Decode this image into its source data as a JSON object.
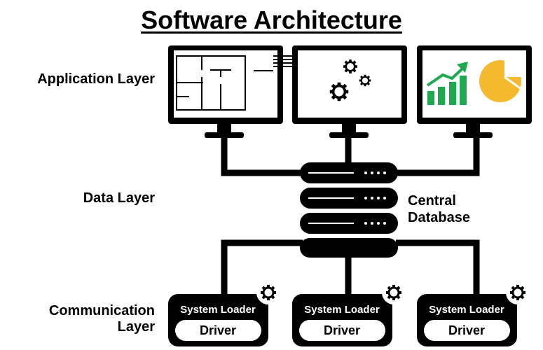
{
  "title": "Software Architecture",
  "layers": {
    "application": "Application Layer",
    "data": "Data Layer",
    "communication": [
      "Communication",
      "Layer"
    ]
  },
  "database": {
    "label": [
      "Central",
      "Database"
    ]
  },
  "monitors": [
    {
      "icon": "floor-plan-icon"
    },
    {
      "icon": "gears-icon"
    },
    {
      "icon": "growth-chart-icon"
    }
  ],
  "devices": [
    {
      "loader": "System Loader",
      "driver": "Driver",
      "icon": "gear-icon"
    },
    {
      "loader": "System Loader",
      "driver": "Driver",
      "icon": "gear-icon"
    },
    {
      "loader": "System Loader",
      "driver": "Driver",
      "icon": "gear-icon"
    }
  ],
  "colors": {
    "line": "#000000",
    "chart_green": "#1fa94f",
    "pie_yellow": "#f4b92e"
  }
}
